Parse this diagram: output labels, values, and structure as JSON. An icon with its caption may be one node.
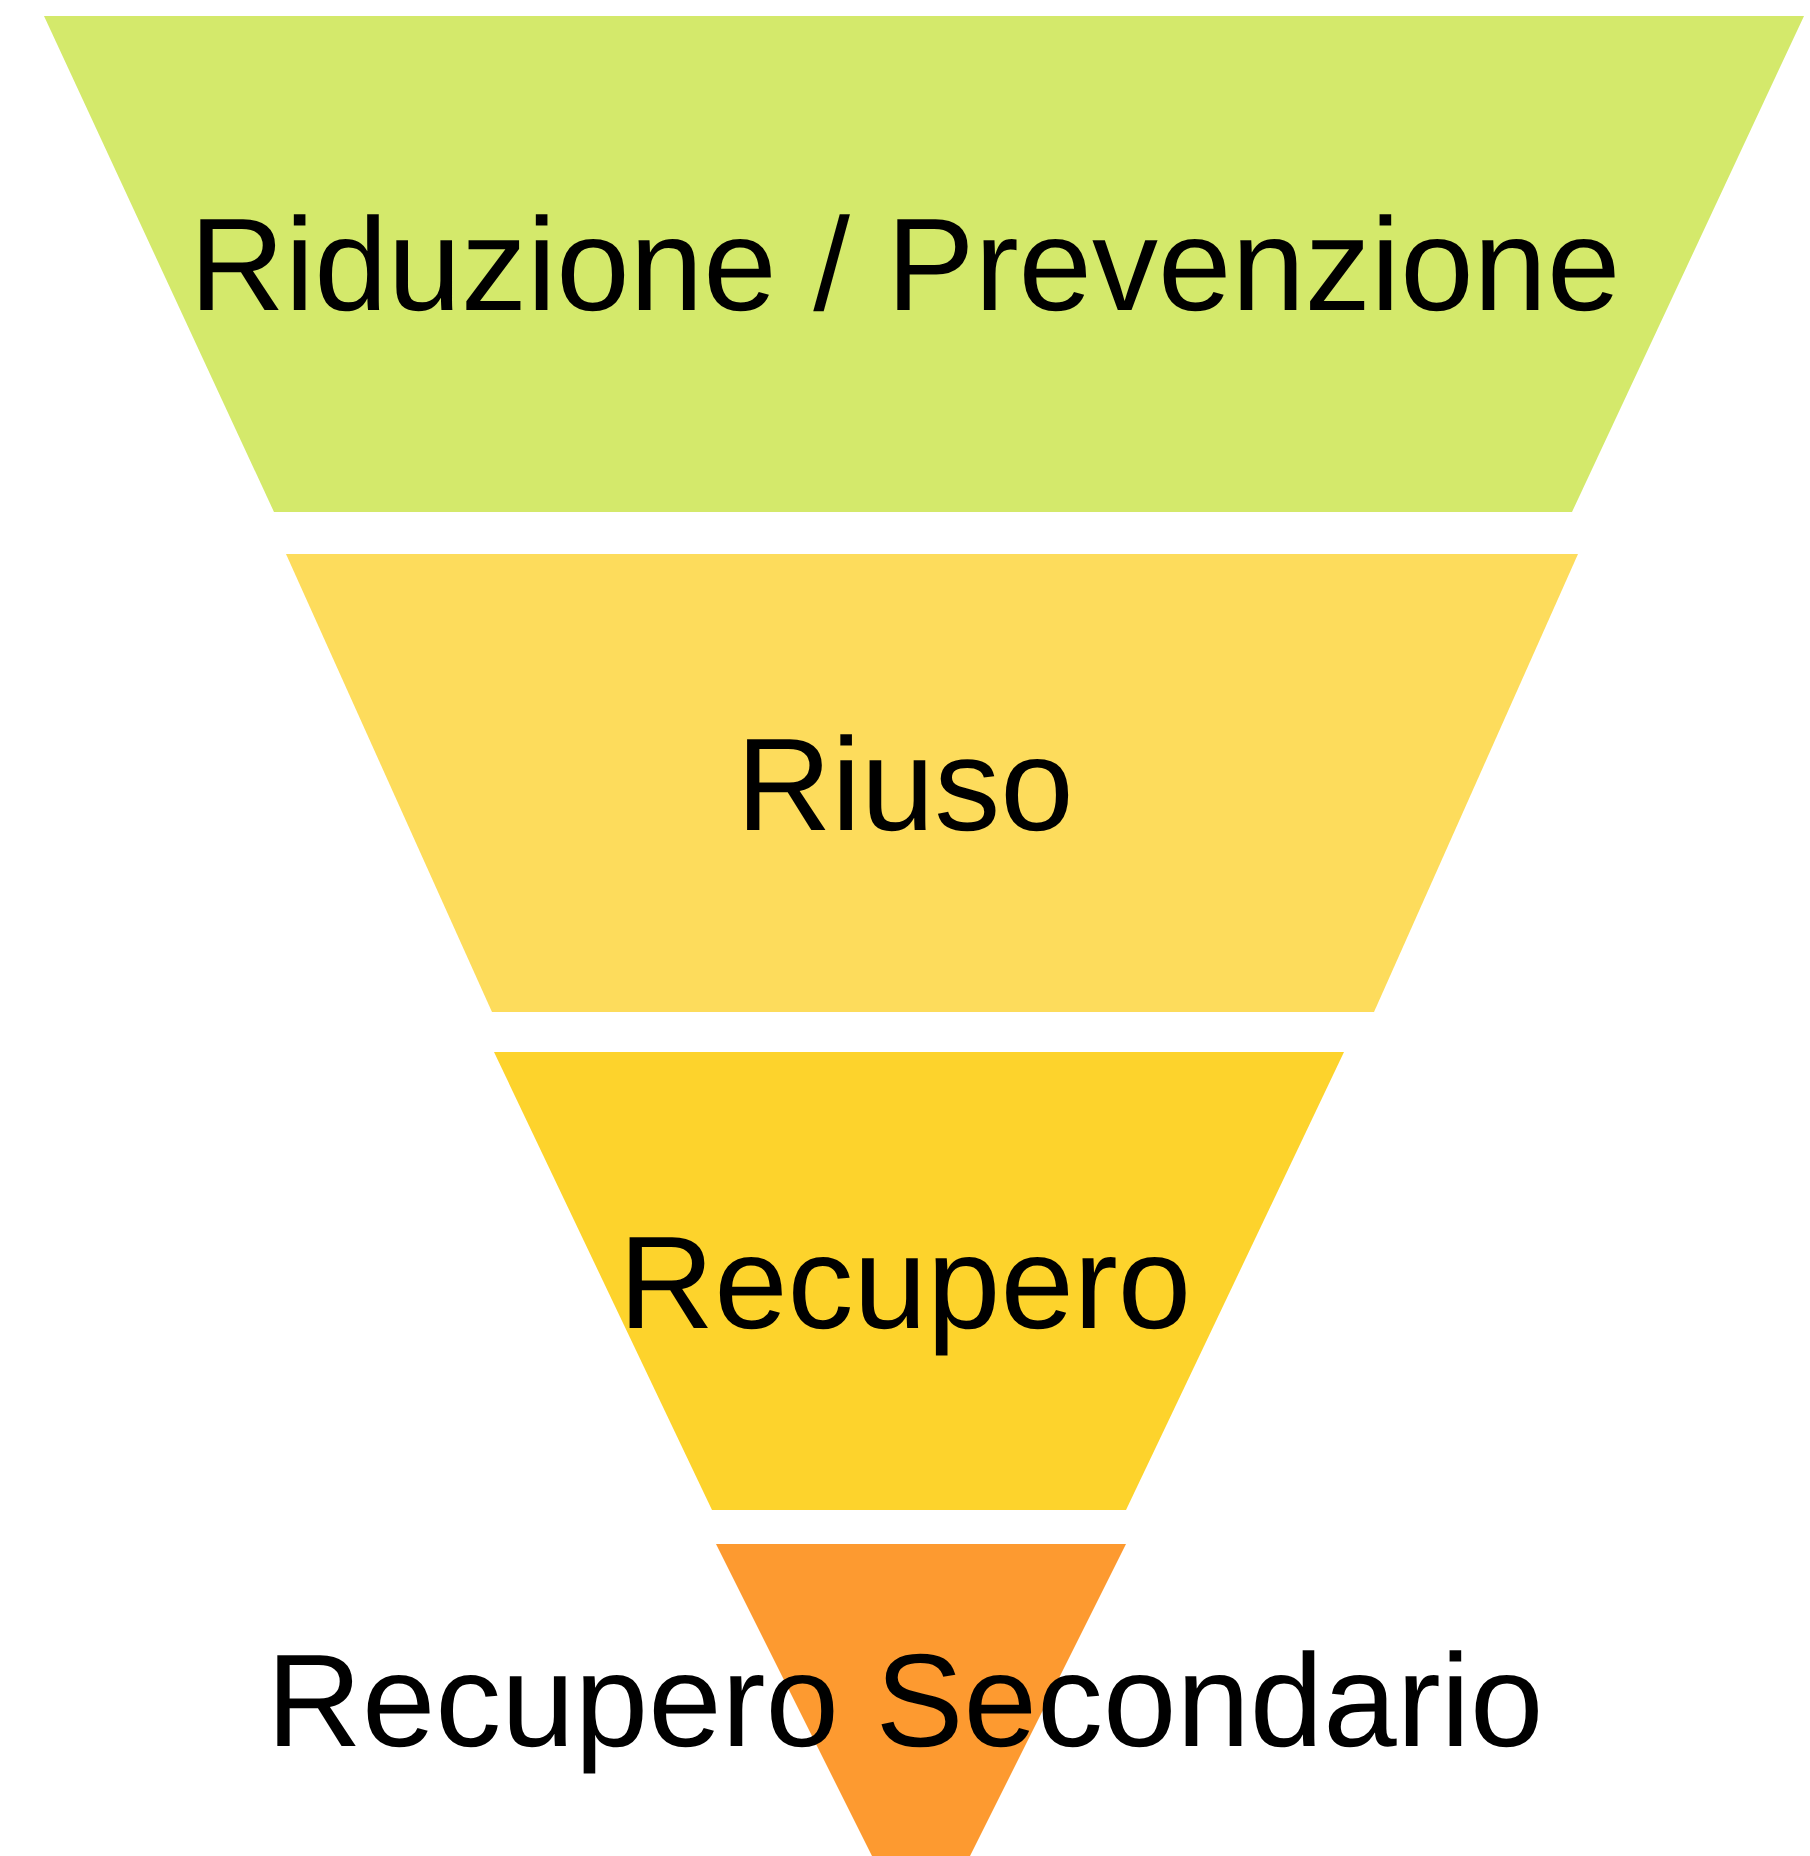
{
  "diagram": {
    "nodes": [
      {
        "text": [
          "Riduzione / Prevenzione"
        ]
      },
      {
        "text": [
          "Riuso"
        ]
      },
      {
        "text": [
          "Recupero"
        ]
      },
      {
        "text": [
          "Recupero Secondario"
        ]
      }
    ]
  }
}
